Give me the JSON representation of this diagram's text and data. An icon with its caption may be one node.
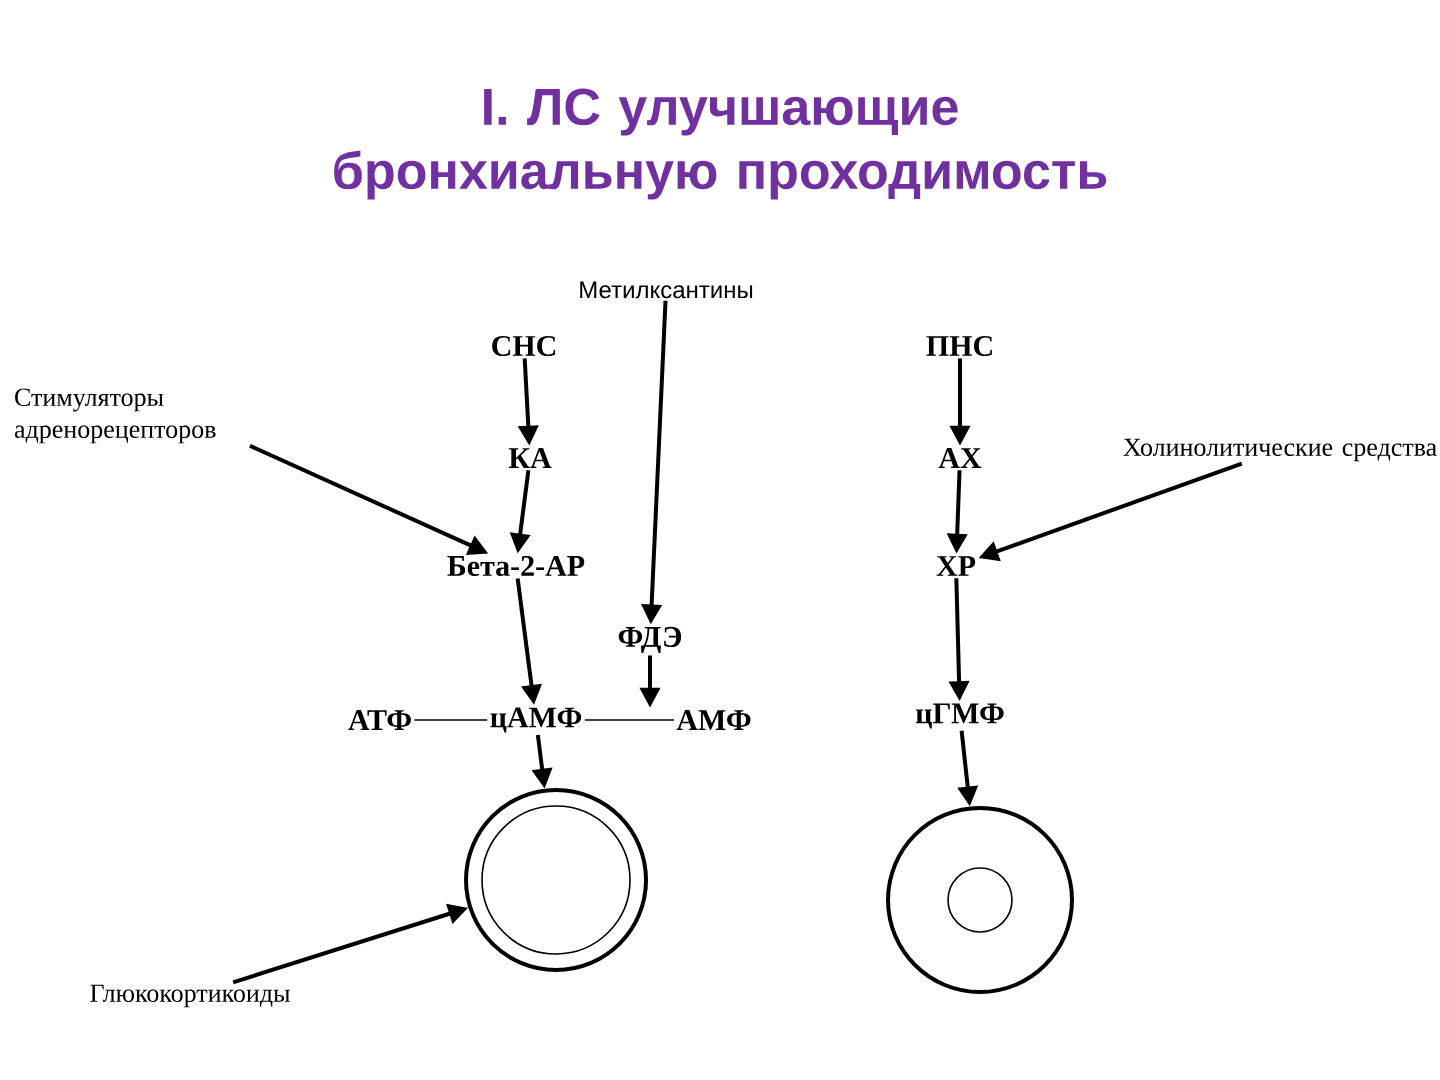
{
  "diagram": {
    "title": "I. ЛС улучшающие бронхиальную проходимость",
    "nodes": [
      {
        "text": [
          "Метилксантины"
        ]
      },
      {
        "text": [
          "СНС"
        ]
      },
      {
        "text": [
          "Стимуляторы адренорецепторов"
        ]
      },
      {
        "text": [
          "КА"
        ]
      },
      {
        "text": [
          "Бета-2-АР"
        ]
      },
      {
        "text": [
          "ФДЭ"
        ]
      },
      {
        "text": [
          "АТФ"
        ]
      },
      {
        "text": [
          "цАМФ"
        ]
      },
      {
        "text": [
          "АМФ"
        ]
      },
      {
        "text": [],
        "shape": "circle"
      },
      {
        "text": [
          "Глюкокортикоиды"
        ]
      },
      {
        "text": [
          "ПНС"
        ]
      },
      {
        "text": [
          "АХ"
        ]
      },
      {
        "text": [
          "Холинолитические средства"
        ]
      },
      {
        "text": [
          "ХР"
        ]
      },
      {
        "text": [
          "цГМФ"
        ]
      },
      {
        "text": [],
        "shape": "circle"
      }
    ],
    "edges": [
      {
        "from": 1,
        "to": 3,
        "arrow": "to"
      },
      {
        "from": 3,
        "to": 4,
        "arrow": "to"
      },
      {
        "from": 2,
        "to": 4,
        "arrow": "to"
      },
      {
        "from": 0,
        "to": 5,
        "arrow": "to"
      },
      {
        "from": 4,
        "to": 7,
        "arrow": "to"
      },
      {
        "from": 5,
        "to": 8,
        "arrow": "to"
      },
      {
        "from": 6,
        "to": 7,
        "arrow": "none"
      },
      {
        "from": 7,
        "to": 8,
        "arrow": "none"
      },
      {
        "from": 7,
        "to": 9,
        "arrow": "to"
      },
      {
        "from": 10,
        "to": 9,
        "arrow": "to"
      },
      {
        "from": 11,
        "to": 12,
        "arrow": "to"
      },
      {
        "from": 12,
        "to": 14,
        "arrow": "to"
      },
      {
        "from": 13,
        "to": 14,
        "arrow": "to"
      },
      {
        "from": 14,
        "to": 15,
        "arrow": "to"
      },
      {
        "from": 15,
        "to": 16,
        "arrow": "to"
      }
    ]
  }
}
